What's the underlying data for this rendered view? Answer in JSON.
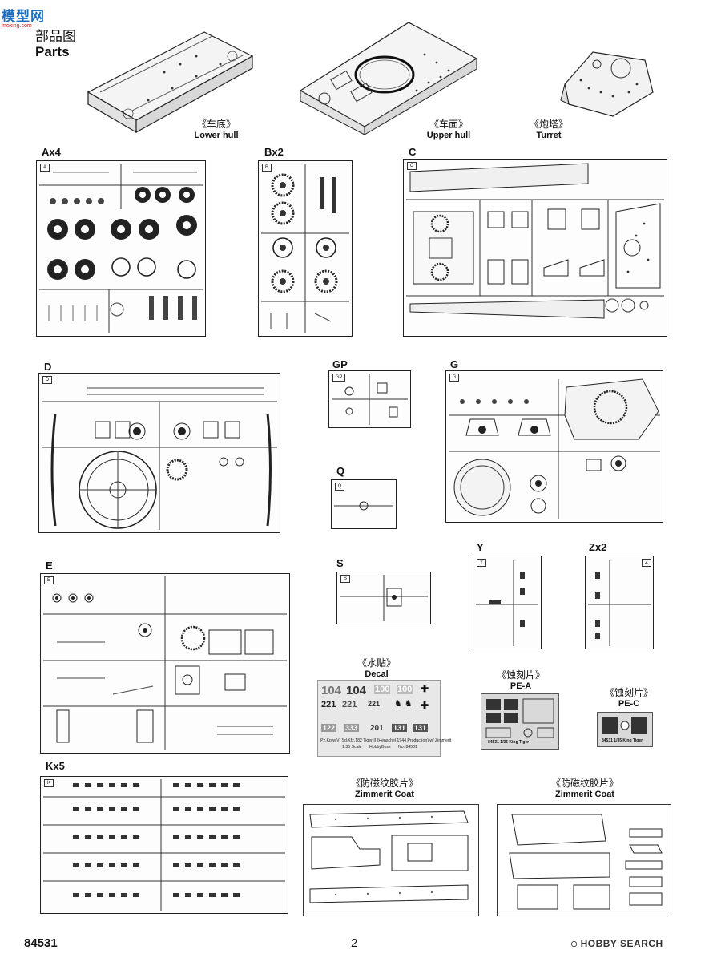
{
  "watermark_top": "模型网",
  "watermark_url": "moxing.com",
  "section": {
    "title_cn": "部品图",
    "title_en": "Parts"
  },
  "hull_parts": [
    {
      "cn": "《车底》",
      "en": "Lower hull"
    },
    {
      "cn": "《车面》",
      "en": "Upper hull"
    },
    {
      "cn": "《炮塔》",
      "en": "Turret"
    }
  ],
  "sprues": {
    "A": "Ax4",
    "B": "Bx2",
    "C": "C",
    "D": "D",
    "GP": "GP",
    "G": "G",
    "Q": "Q",
    "E": "E",
    "S": "S",
    "Y": "Y",
    "Z": "Zx2",
    "K": "Kx5"
  },
  "decal": {
    "cn": "《水贴》",
    "en": "Decal",
    "numbers": [
      "104",
      "104",
      "100",
      "100",
      "221",
      "221",
      "221",
      "122",
      "333",
      "201",
      "131",
      "131"
    ],
    "caption_line1": "Pz.Kpfw.VI Sd.Kfz.182 Tiger II (Henschel 1944 Production) w/ Zimmerit",
    "caption_line2": "1:35 Scale",
    "caption_brand": "HobbyBoss",
    "caption_no": "No. 84531"
  },
  "pe_a": {
    "cn": "《蚀刻片》",
    "en": "PE-A",
    "text": "84531 1/35 King Tiger"
  },
  "pe_c": {
    "cn": "《蚀刻片》",
    "en": "PE-C",
    "text": "84531 1/35 King Tiger"
  },
  "zimmerit": [
    {
      "cn": "《防磁纹胶片》",
      "en": "Zimmerit Coat"
    },
    {
      "cn": "《防磁纹胶片》",
      "en": "Zimmerit Coat"
    }
  ],
  "footer": {
    "kit_no": "84531",
    "page": "2",
    "brand": "HOBBY SEARCH"
  }
}
